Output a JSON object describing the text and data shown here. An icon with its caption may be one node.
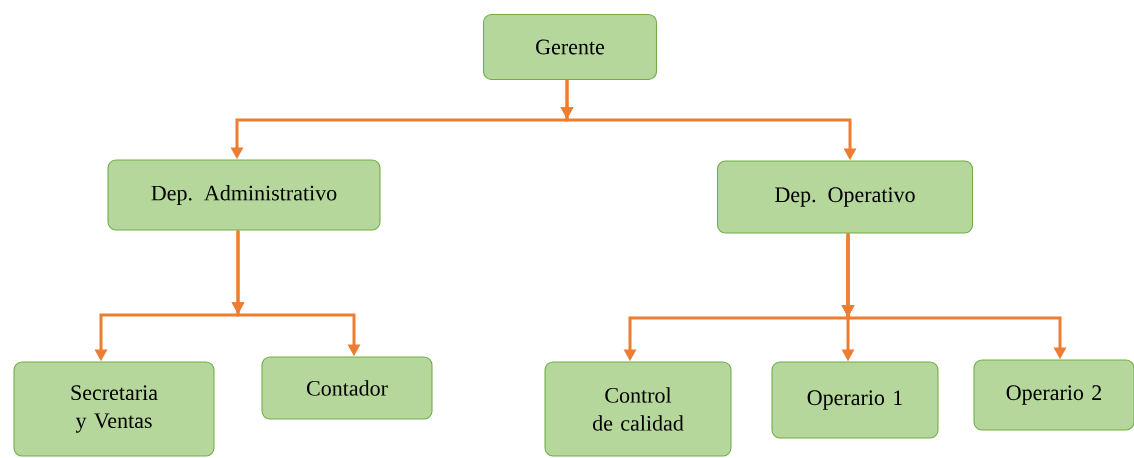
{
  "diagram": {
    "nodes": [
      {
        "text": [
          "Gerente"
        ]
      },
      {
        "text": [
          "Dep. Administrativo"
        ]
      },
      {
        "text": [
          "Dep. Operativo"
        ]
      },
      {
        "text": [
          "Secretaria y Ventas"
        ]
      },
      {
        "text": [
          "Contador"
        ]
      },
      {
        "text": [
          "Control de calidad"
        ]
      },
      {
        "text": [
          "Operario 1"
        ]
      },
      {
        "text": [
          "Operario 2"
        ]
      }
    ],
    "edges": [
      {
        "from": 0,
        "to": 1,
        "arrow": "to"
      },
      {
        "from": 0,
        "to": 2,
        "arrow": "to"
      },
      {
        "from": 1,
        "to": 3,
        "arrow": "to"
      },
      {
        "from": 1,
        "to": 4,
        "arrow": "to"
      },
      {
        "from": 2,
        "to": 5,
        "arrow": "to"
      },
      {
        "from": 2,
        "to": 6,
        "arrow": "to"
      },
      {
        "from": 2,
        "to": 7,
        "arrow": "to"
      }
    ]
  }
}
